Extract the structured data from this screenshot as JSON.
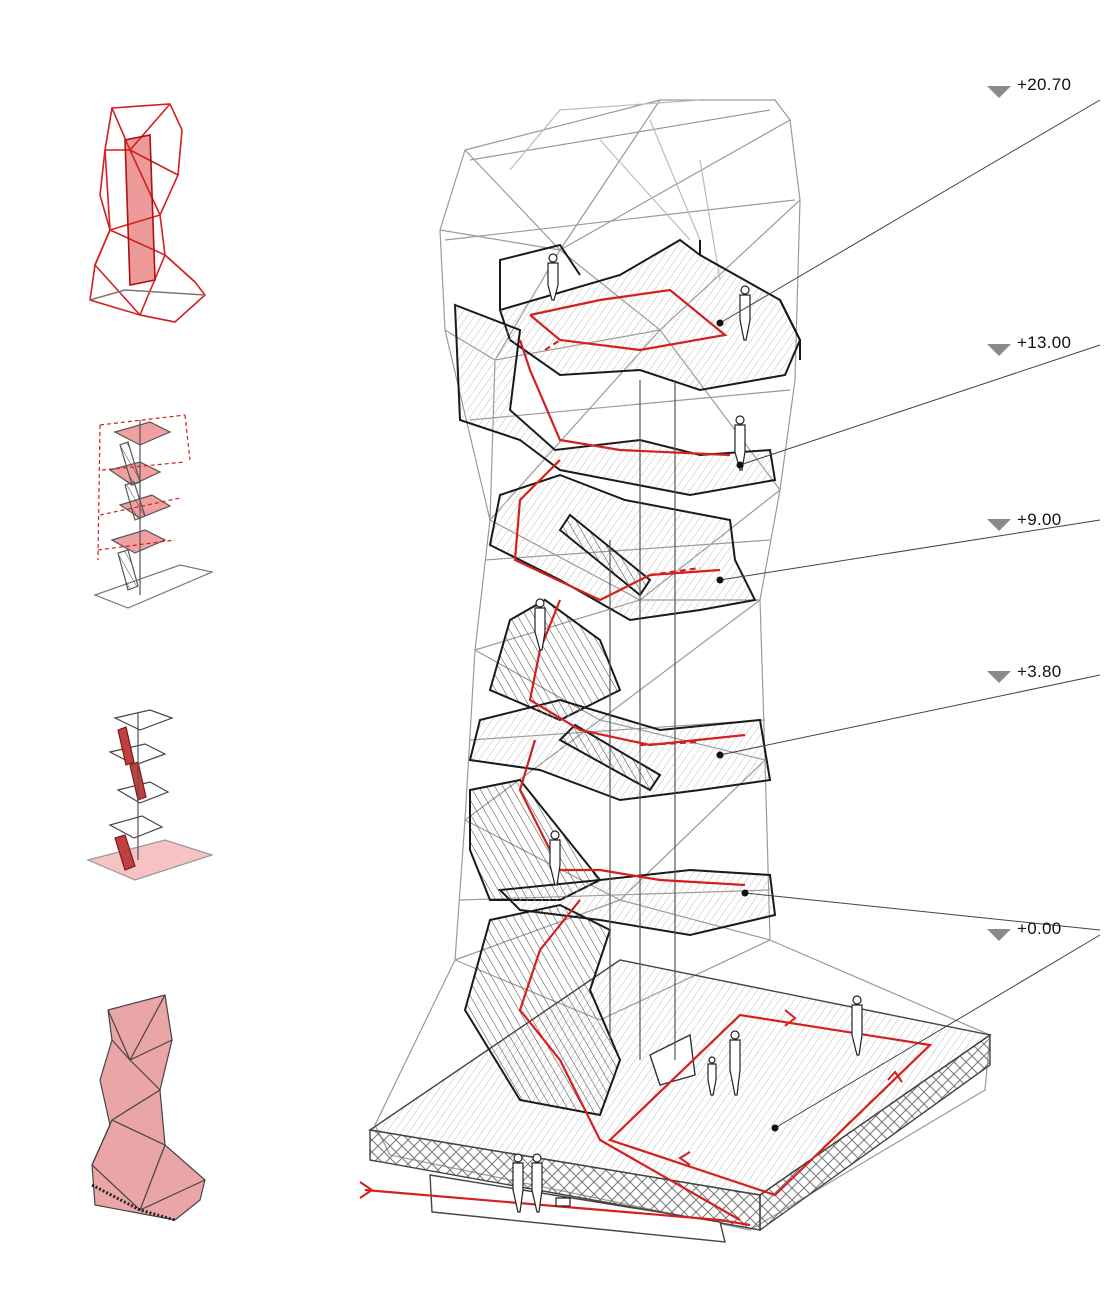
{
  "levels": [
    {
      "label": "+20.70"
    },
    {
      "label": "+13.00"
    },
    {
      "label": "+9.00"
    },
    {
      "label": "+3.80"
    },
    {
      "label": "+0.00"
    }
  ],
  "colors": {
    "route": "#d42020",
    "structure": "#9a9a9a",
    "stair": "#1a1a1a",
    "highlight_fill": "#f2b5b5",
    "marker": "#8a8a8a"
  }
}
